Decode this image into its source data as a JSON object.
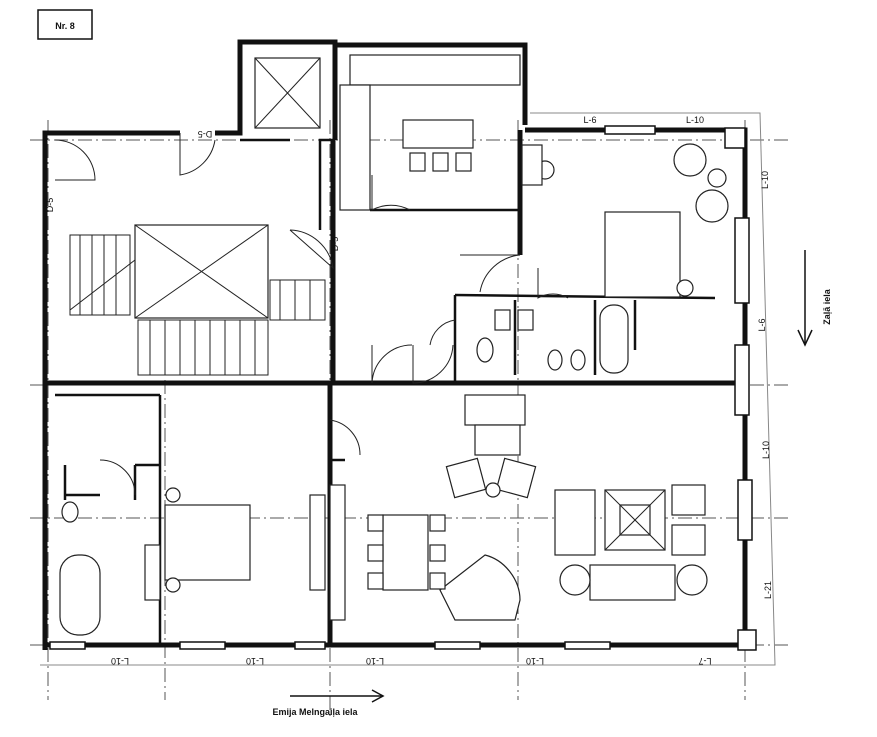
{
  "badge": {
    "label": "Nr. 8"
  },
  "doors": {
    "top": "D-5",
    "left": "D-5",
    "stair": "D-5"
  },
  "windows": {
    "top": [
      "L-6",
      "L-10"
    ],
    "right": [
      "L-10",
      "L-6",
      "L-10",
      "L-21"
    ],
    "bottom": [
      "L-10",
      "L-10",
      "L-10",
      "L-10",
      "L-7"
    ]
  },
  "streets": {
    "right": "Zaļā iela",
    "bottom": "Emija Melngaiļa iela"
  }
}
